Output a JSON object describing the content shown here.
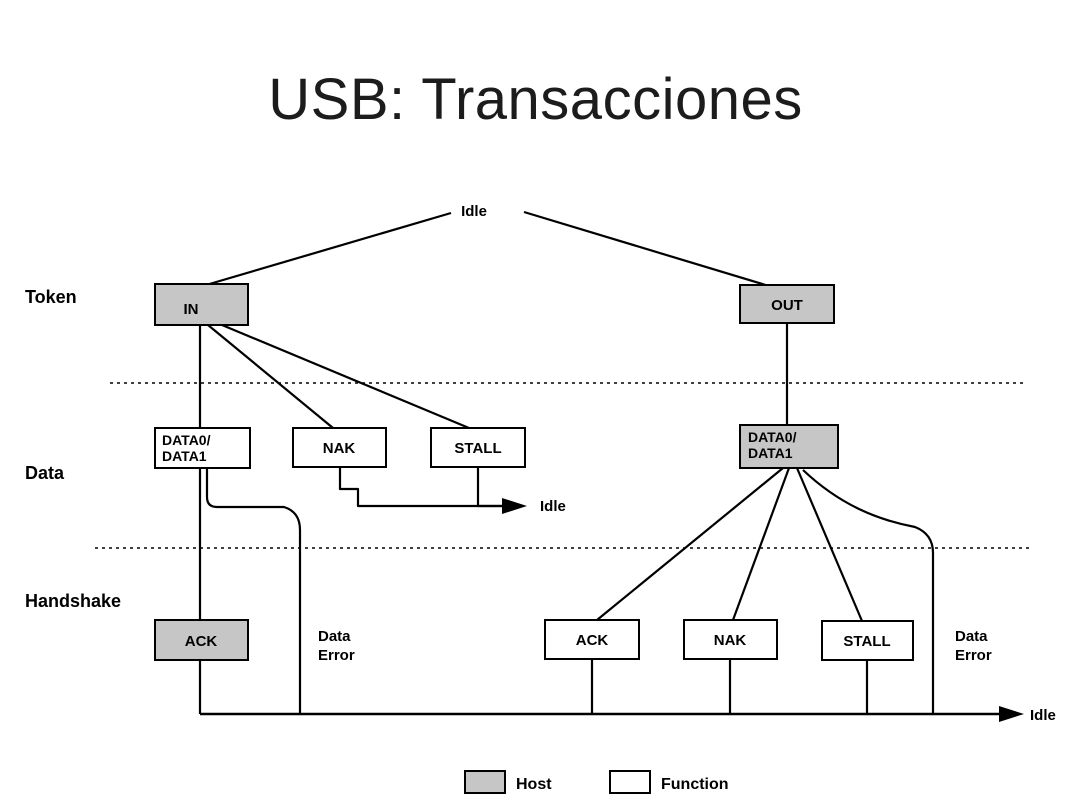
{
  "title": "USB: Transacciones",
  "colors": {
    "host_fill": "#c6c6c6",
    "function_fill": "#ffffff",
    "line": "#000000"
  },
  "row_labels": {
    "token": "Token",
    "data": "Data",
    "handshake": "Handshake"
  },
  "nodes": {
    "idle_top": "Idle",
    "in": "IN",
    "out": "OUT",
    "data01_left": {
      "line1": "DATA0/",
      "line2": "DATA1"
    },
    "nak_mid": "NAK",
    "stall_mid": "STALL",
    "idle_mid": "Idle",
    "data01_right": {
      "line1": "DATA0/",
      "line2": "DATA1"
    },
    "ack_left": "ACK",
    "ack_right": "ACK",
    "nak_right": "NAK",
    "stall_right": "STALL",
    "idle_bottom": "Idle",
    "data_error_left": {
      "line1": "Data",
      "line2": "Error"
    },
    "data_error_right": {
      "line1": "Data",
      "line2": "Error"
    }
  },
  "legend": {
    "host": "Host",
    "function": "Function"
  }
}
